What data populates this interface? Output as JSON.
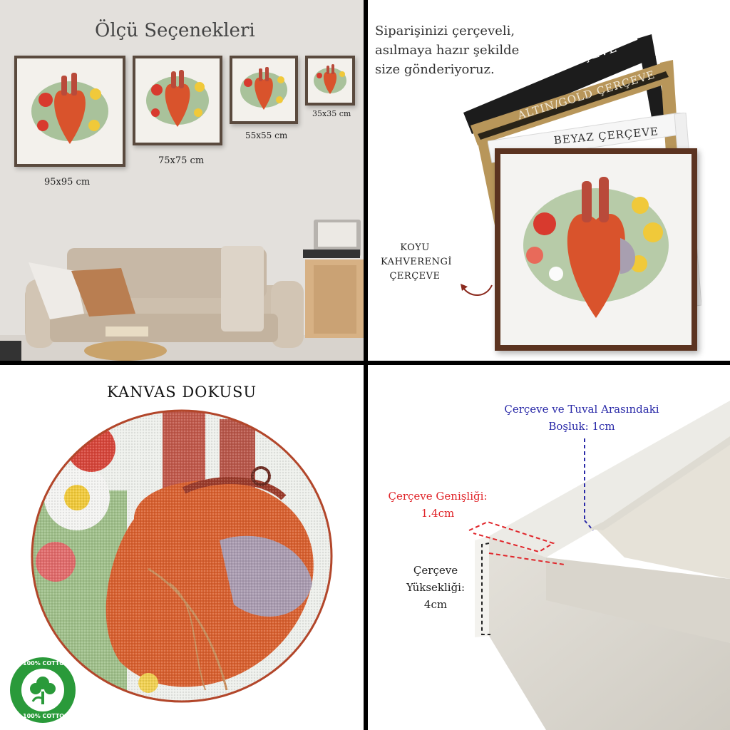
{
  "size_panel": {
    "title": "Ölçü Seçenekleri",
    "sizes": [
      "95x95 cm",
      "75x75 cm",
      "55x55 cm",
      "35x35 cm"
    ]
  },
  "frame_panel": {
    "intro_lines": [
      "Siparişinizi çerçeveli,",
      "asılmaya hazır şekilde",
      "size gönderiyoruz."
    ],
    "frames": [
      "SİYAH ÇERÇEVE",
      "ALTIN/GOLD ÇERÇEVE",
      "BEYAZ ÇERÇEVE"
    ],
    "brown_label_lines": [
      "KOYU",
      "KAHVERENGİ",
      "ÇERÇEVE"
    ]
  },
  "texture_panel": {
    "title": "KANVAS DOKUSU",
    "badge_text": "100% COTTON"
  },
  "dimension_panel": {
    "gap_lines": [
      "Çerçeve ve Tuval Arasındaki",
      "Boşluk: 1cm"
    ],
    "width_lines": [
      "Çerçeve Genişliği:",
      "1.4cm"
    ],
    "height_lines": [
      "Çerçeve",
      "Yüksekliği:",
      "4cm"
    ]
  },
  "colors": {
    "gap_text": "#2a2aa8",
    "width_text": "#e0252a",
    "height_text": "#222222"
  }
}
